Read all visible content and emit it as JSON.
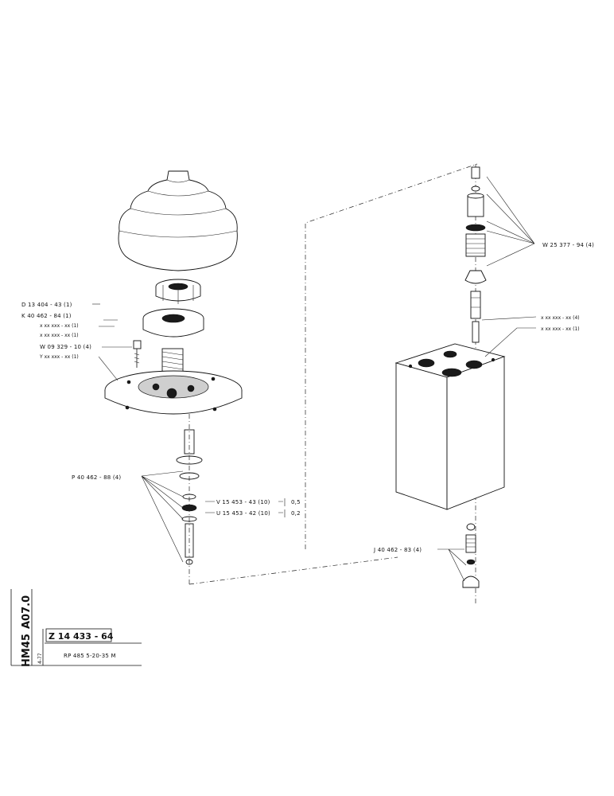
{
  "diagram": {
    "left_labels": {
      "d": "D 13 404 - 43 (1)",
      "k": "K 40 462 - 84 (1)",
      "x1": "x xx xxx - xx (1)",
      "x2": "x xx xxx - xx (1)",
      "w09": "W 09 329 - 10 (4)",
      "y": "Y xx xxx - xx (1)",
      "p": "P 40 462 - 88 (4)",
      "v": "V 15 453 - 43 (10)",
      "v_val": "0,5",
      "u": "U 15 453 - 42 (10)",
      "u_val": "0,2"
    },
    "right_labels": {
      "w25": "W 25 377 - 94 (4)",
      "xa": "x xx xxx - xx (4)",
      "xb": "x xx xxx - xx (1)",
      "j": "J 40 462 - 83 (4)"
    }
  },
  "title_block": {
    "model": "HM45",
    "code": "A07.0",
    "revision": "4-77",
    "drawing_number": "Z 14 433 - 64",
    "subtitle": "RP 485 5-20-35 M"
  }
}
